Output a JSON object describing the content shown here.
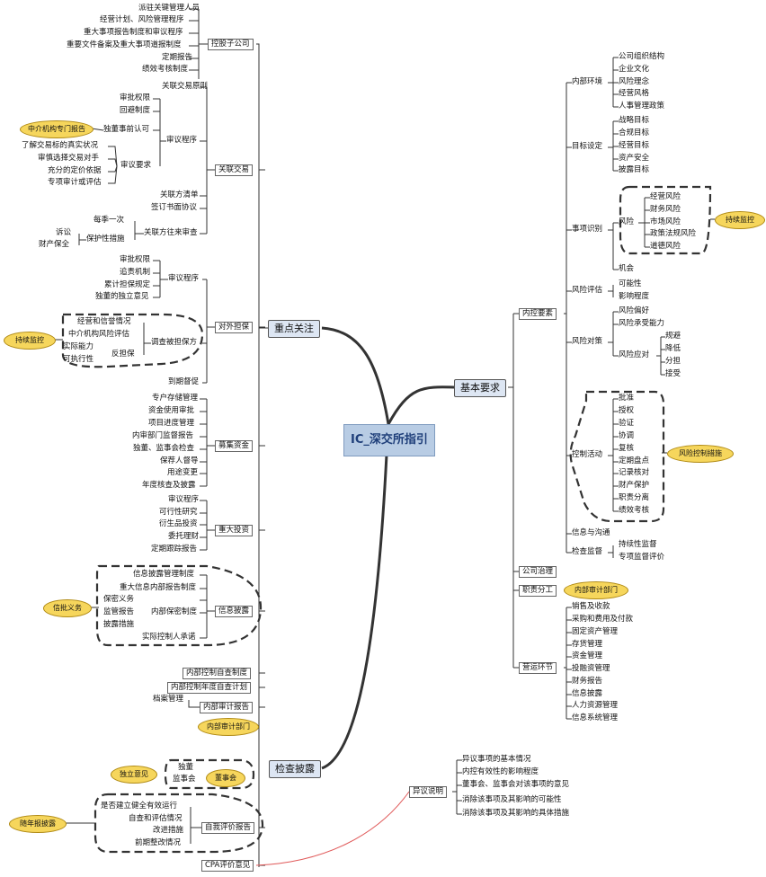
{
  "center_title": "IC_深交所指引",
  "main_topics": {
    "focus": "重点关注",
    "basic": "基本要求",
    "check": "检查披露"
  },
  "focus": {
    "subsidiary": {
      "title": "控股子公司",
      "items": [
        "派驻关键管理人员",
        "经营计划、风险管理程序",
        "重大事项报告制度和审议程序",
        "重要文件备案及重大事项道报制度",
        "定期报告",
        "绩效考核制度"
      ]
    },
    "related": {
      "title": "关联交易",
      "principle": "关联交易原则",
      "review_proc": "审议程序",
      "review_items": [
        "审批权限",
        "回避制度",
        "独董事前认可"
      ],
      "review_req": "审议要求",
      "req_items": [
        "了解交易标的真实状况",
        "审慎选择交易对手",
        "充分的定价依据",
        "专项审计或评估"
      ],
      "callout": "中介机构专门报告",
      "related_list": "关联方清单",
      "agreement": "签订书面协议",
      "audit": "关联方往来审查",
      "quarterly": "每季一次",
      "protect": "保护性措施",
      "protect_items": [
        "诉讼",
        "财产保全"
      ]
    },
    "guarantee": {
      "title": "对外担保",
      "review_proc": "审议程序",
      "review_items": [
        "审批权限",
        "追责机制",
        "累计担保规定",
        "独董的独立意见"
      ],
      "investigate": "调查被担保方",
      "inv_items": [
        "经营和信誉情况",
        "中介机构风险评估",
        "实际能力",
        "可执行性"
      ],
      "counter": "反担保",
      "supervise": "到期督促",
      "callout": "持续监控"
    },
    "funds": {
      "title": "募集资金",
      "items": [
        "专户存储管理",
        "资金使用审批",
        "项目进度管理",
        "内审部门监督报告",
        "独董、监事会检查",
        "保荐人督导",
        "用途变更",
        "年度核查及披露"
      ]
    },
    "invest": {
      "title": "重大投资",
      "items": [
        "审议程序",
        "可行性研究",
        "衍生品投资",
        "委托理财",
        "定期跟踪报告"
      ]
    },
    "disclosure": {
      "title": "信息披露",
      "items": [
        "信息披露管理制度",
        "重大信息内部报告制度"
      ],
      "confidential": "保密义务",
      "internal_conf": "内部保密制度",
      "sub_items": [
        "监管报告",
        "披露措施"
      ],
      "commit": "实际控制人承诺",
      "callout": "信批义务"
    }
  },
  "basic": {
    "control_elements": "内控要素",
    "internal_env": {
      "title": "内部环境",
      "items": [
        "公司组织结构",
        "企业文化",
        "风险理念",
        "经营风格",
        "人事管理政策"
      ]
    },
    "objective": {
      "title": "目标设定",
      "items": [
        "战略目标",
        "合规目标",
        "经营目标",
        "资产安全",
        "披露目标"
      ]
    },
    "event": {
      "title": "事项识别",
      "risk": "风险",
      "risk_items": [
        "经营风险",
        "财务风险",
        "市场风险",
        "政策法规风险",
        "道德风险"
      ],
      "opportunity": "机会",
      "callout": "持续监控"
    },
    "assessment": {
      "title": "风险评估",
      "items": [
        "可能性",
        "影响程度"
      ]
    },
    "response": {
      "title": "风险对策",
      "items": [
        "风险偏好",
        "风险承受能力"
      ],
      "approach": "风险应对",
      "approach_items": [
        "规避",
        "降低",
        "分担",
        "接受"
      ]
    },
    "activities": {
      "title": "控制活动",
      "items": [
        "批准",
        "授权",
        "验证",
        "协调",
        "复核",
        "定期盘点",
        "记录核对",
        "财产保护",
        "职责分离",
        "绩效考核"
      ],
      "callout": "风险控制措施"
    },
    "info": "信息与沟通",
    "monitor": {
      "title": "检查监督",
      "items": [
        "持续性监督",
        "专项监督评价"
      ]
    },
    "governance": "公司治理",
    "duty": "职责分工",
    "duty_callout": "内部审计部门",
    "operation": {
      "title": "营运环节",
      "items": [
        "销售及收款",
        "采购和费用及付款",
        "固定资产管理",
        "存货管理",
        "资金管理",
        "投融资管理",
        "财务报告",
        "信息披露",
        "人力资源管理",
        "信息系统管理"
      ]
    }
  },
  "check": {
    "self_check": "内部控制自查制度",
    "annual_plan": "内部控制年度自查计划",
    "archive": "档案管理",
    "audit_report": "内部审计报告",
    "audit_callout": "内部审计部门",
    "board_items": [
      "独董",
      "监事会"
    ],
    "board_callout": "董事会",
    "opinion_callout": "独立意见",
    "eval_items": [
      "是否建立健全有效运行",
      "自查和评估情况",
      "改进措施",
      "前期整改情况"
    ],
    "self_eval": "自我评价报告",
    "annual_callout": "随年报披露",
    "cpa": "CPA评价意见",
    "objection": {
      "title": "异议说明",
      "items": [
        "异议事项的基本情况",
        "内控有效性的影响程度",
        "董事会、监事会对该事项的意见",
        "消除该事项及其影响的可能性",
        "消除该事项及其影响的具体措施"
      ]
    }
  }
}
